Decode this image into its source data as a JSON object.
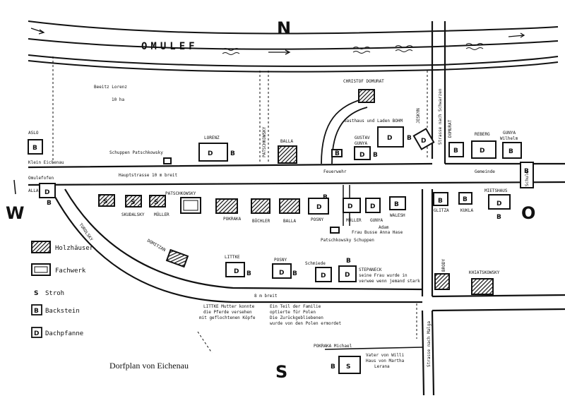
{
  "compass": {
    "north": "N",
    "south": "S",
    "west": "W",
    "east": "O"
  },
  "river": {
    "name": "OMULEF"
  },
  "labels": {
    "beeitz": "Beeitz Lorenz",
    "ha": "10 ha",
    "christof": "CHRISTOF DOMURAT",
    "gasthaus": "Gasthaus und Laden BOHM",
    "gustav": "GUSTAV",
    "gunya1": "GUNYA",
    "jeskyn": "JESKYN",
    "domurat": "DOMURAT",
    "reberg": "REBERG",
    "gunya_wilhelm_1": "GUNYA",
    "gunya_wilhelm_2": "Wilhelm",
    "asl": "ASLO",
    "lorenz": "LORENZ",
    "balla_top": "BALLA",
    "schuppen": "Schuppen Patschkowsky",
    "pokraka_v": "PATSCHKOWSKY",
    "klein": "Klein Eichenau",
    "omulefofen": "Omulefofen",
    "hauptstrasse": "Hauptstrasse 10 m breit",
    "feuerwehr": "Feuerwehr",
    "gemeinde": "Gemeinde",
    "schule": "Schule",
    "strasse_schwarz": "Strasse nach Schwarzen",
    "patschkowsky": "PATSCHKOWSKY",
    "skudalsky": "SKUDALSKY",
    "mueller1": "MÜLLER",
    "pokraka": "POKRAKA",
    "buechler": "BÜCHLER",
    "balla_mid": "BALLA",
    "posny1": "POSNY",
    "mueller2": "MÜLLER",
    "gunya2": "GUNYA",
    "adam": "Adam",
    "walesh": "WALESH",
    "glitza": "GLITZA",
    "kukla": "KUKLA",
    "mietshaus": "MIETSHAUS",
    "frau": "Frau Busse Anna Hase",
    "patschkowsky_schuppen": "Patschkowsky Schuppen",
    "alla": "ALLA",
    "turolsky": "TUROLSKY",
    "domitzan": "DOMITZAN",
    "littke": "LITTKE",
    "posny2": "POSNY",
    "schmiede": "Schmiede",
    "stepaneck": "STEPANECK",
    "stepaneck_note1": "seine Frau wurde in",
    "stepaneck_note2": "verwee wenn jemand stark",
    "brody": "BRODY",
    "khiatskowsky": "KHIATSKOWSKY",
    "breit8": "8 m breit",
    "note1_1": "LITTKE Mutter konnte",
    "note1_2": "die Pferde versehen",
    "note1_3": "mit geflochtenen Köpfe",
    "note2_1": "Ein Teil der Familie",
    "note2_2": "optierte für Polen",
    "note2_3": "Die Zurückgebliebenen",
    "note2_4": "wurde von den Polen ermordet",
    "strasse_malga": "Strasse nach Malga",
    "pokraka_michael": "POKRAKA Michael",
    "vater1": "Vater von Willi",
    "vater2": "Haus von Martha",
    "vater3": "Lerana"
  },
  "legend": {
    "holz": "Holzhäuser",
    "fach": "Fachwerk",
    "stroh_sym": "S",
    "stroh": "Stroh",
    "back_sym": "B",
    "back": "Backstein",
    "dach_sym": "D",
    "dach": "Dachpfanne"
  },
  "caption": "Dorfplan von Eichenau",
  "letters": {
    "B": "B",
    "S": "S",
    "D": "D"
  }
}
